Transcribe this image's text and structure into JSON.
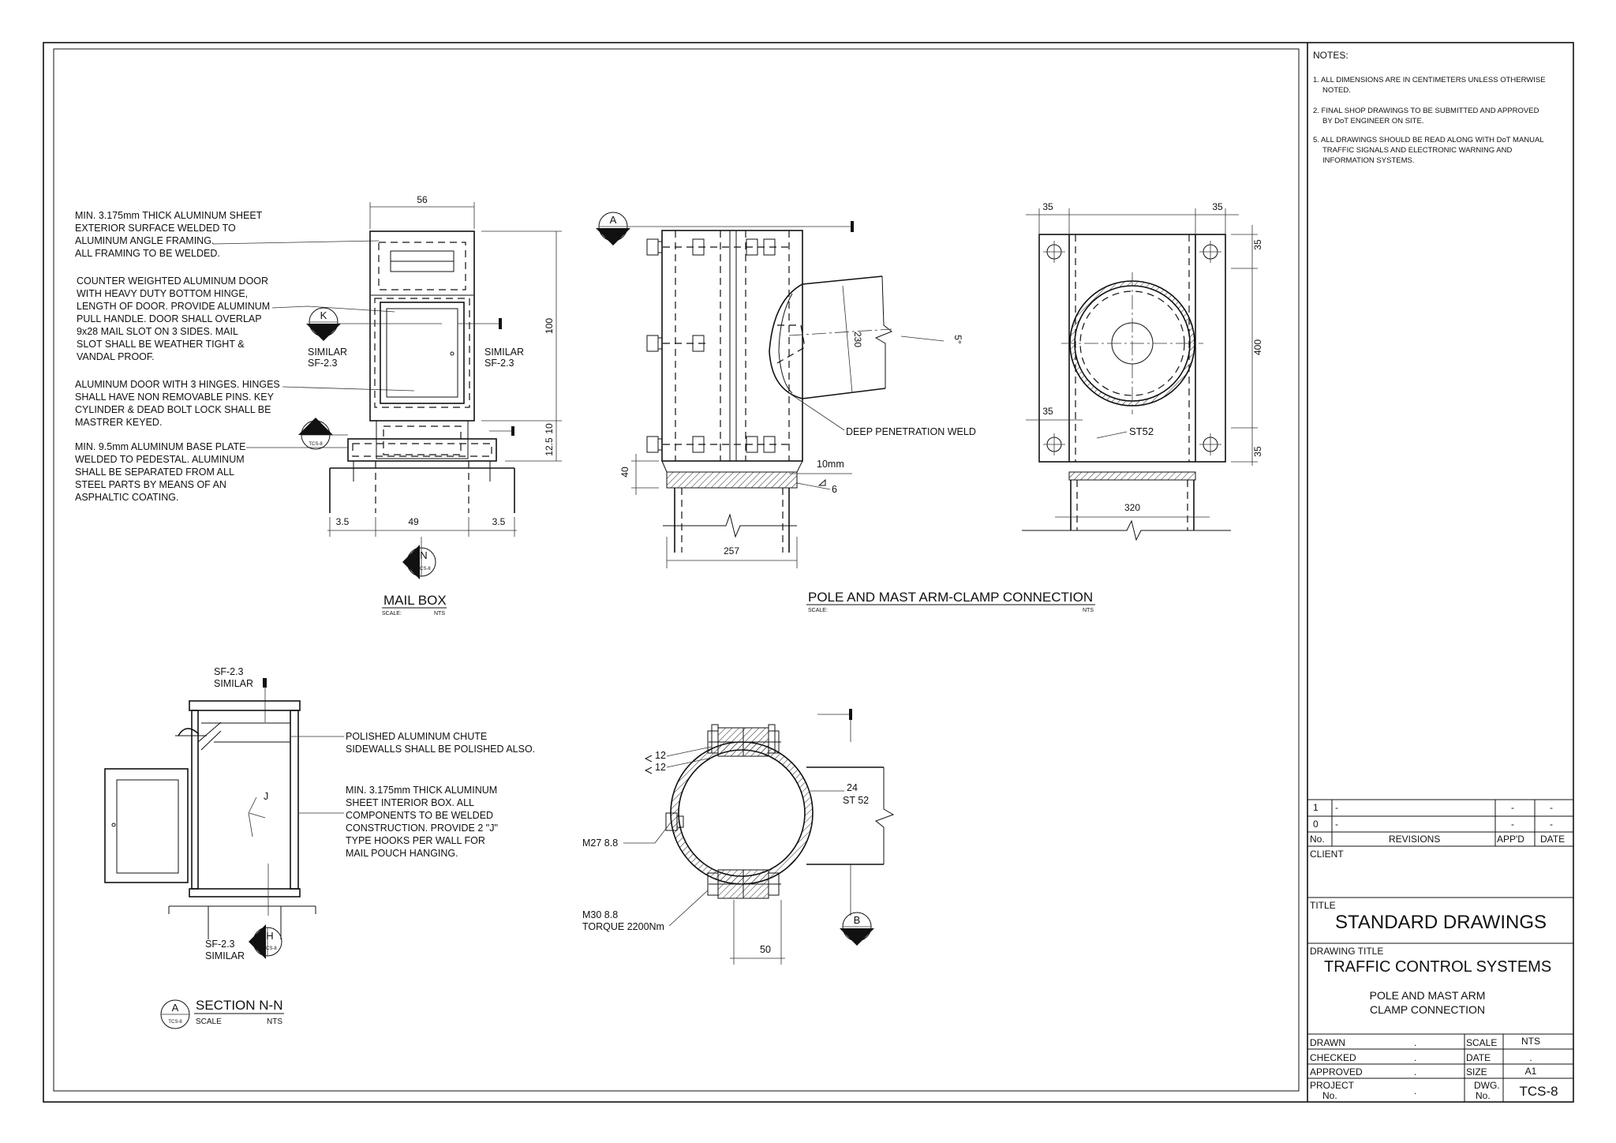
{
  "notes": {
    "heading": "NOTES:",
    "items": [
      {
        "line1": "1. ALL DIMENSIONS ARE IN CENTIMETERS UNLESS OTHERWISE",
        "line2": "NOTED.",
        "line3": ""
      },
      {
        "line1": "2. FINAL SHOP DRAWINGS TO BE SUBMITTED AND APPROVED",
        "line2": "BY DoT ENGINEER ON SITE.",
        "line3": ""
      },
      {
        "line1": "5. ALL DRAWINGS SHOULD BE READ ALONG WITH DoT MANUAL",
        "line2": "TRAFFIC SIGNALS AND ELECTRONIC WARNING AND",
        "line3": "INFORMATION SYSTEMS."
      }
    ]
  },
  "mailbox": {
    "notes": [
      [
        "MIN. 3.175mm THICK ALUMINUM SHEET",
        "EXTERIOR SURFACE WELDED TO",
        "ALUMINUM ANGLE FRAMING.",
        "ALL FRAMING TO BE WELDED."
      ],
      [
        "COUNTER WEIGHTED ALUMINUM DOOR",
        "WITH HEAVY DUTY BOTTOM HINGE,",
        "LENGTH OF DOOR. PROVIDE ALUMINUM",
        "PULL HANDLE. DOOR SHALL OVERLAP",
        "9x28 MAIL SLOT ON 3 SIDES. MAIL",
        "SLOT SHALL BE WEATHER TIGHT &",
        "VANDAL PROOF."
      ],
      [
        "ALUMINUM DOOR WITH 3 HINGES. HINGES",
        "SHALL HAVE NON REMOVABLE PINS. KEY",
        "CYLINDER & DEAD BOLT LOCK SHALL BE",
        "MASTRER KEYED."
      ],
      [
        "MIN. 9.5mm ALUMINUM BASE PLATE",
        "WELDED TO PEDESTAL. ALUMINUM",
        "SHALL BE SEPARATED FROM ALL",
        "STEEL PARTS BY MEANS OF AN",
        "ASPHALTIC COATING."
      ]
    ],
    "dims": {
      "top": "56",
      "height": "100",
      "base": "10",
      "plinth": "12.5",
      "left": "3.5",
      "mid": "49",
      "right": "3.5"
    },
    "similar": {
      "l1": "SIMILAR",
      "l2": "SF-2.3"
    },
    "tags": {
      "k": "K",
      "n": "N",
      "ref": "TCS-8"
    },
    "title": "MAIL BOX",
    "scale_label": "SCALE:",
    "scale_value": "NTS"
  },
  "clamp": {
    "tag": "A",
    "ref": "TCS-8",
    "dims": {
      "d230": "230",
      "angle": "5°",
      "d40": "40",
      "d257": "257",
      "d10mm": "10mm",
      "weld6": "6"
    },
    "weld_label": "DEEP PENETRATION WELD",
    "title": "POLE AND MAST ARM-CLAMP CONNECTION",
    "scale_label": "SCALE:",
    "scale_value": "NTS"
  },
  "plate": {
    "dims": {
      "t1": "35",
      "t2": "35",
      "r1": "35",
      "r400": "400",
      "r2": "35",
      "l35": "35",
      "w320": "320"
    },
    "label": "ST52"
  },
  "section": {
    "top_ref": "SF-2.3",
    "top_sim": "SIMILAR",
    "note1": [
      "POLISHED ALUMINUM CHUTE",
      "SIDEWALLS SHALL BE POLISHED ALSO."
    ],
    "note2": [
      "MIN. 3.175mm THICK ALUMINUM",
      "SHEET INTERIOR BOX. ALL",
      "COMPONENTS TO BE WELDED",
      "CONSTRUCTION. PROVIDE 2 \"J\"",
      "TYPE HOOKS PER WALL FOR",
      "MAIL POUCH HANGING."
    ],
    "j": "J",
    "bot_ref": "SF-2.3",
    "bot_sim": "SIMILAR",
    "h_tag": "H",
    "ref": "TCS-8",
    "title_tag": "A",
    "title": "SECTION N-N",
    "scale_label": "SCALE",
    "scale_value": "NTS"
  },
  "ring": {
    "w1": "12",
    "w2": "12",
    "d24": "24",
    "st": "ST 52",
    "bolt1": "M27 8.8",
    "bolt2a": "M30 8.8",
    "bolt2b": "TORQUE 2200Nm",
    "d50": "50",
    "b_tag": "B",
    "ref": "TCS-8"
  },
  "titleblock": {
    "revisions": [
      {
        "no": "1",
        "desc": "-",
        "appd": "-",
        "date": "-"
      },
      {
        "no": "0",
        "desc": "-",
        "appd": "-",
        "date": "-"
      }
    ],
    "rev_header": {
      "no": "No.",
      "desc": "REVISIONS",
      "appd": "APP'D",
      "date": "DATE"
    },
    "client_label": "CLIENT",
    "title_label": "TITLE",
    "title": "STANDARD DRAWINGS",
    "drawing_title_label": "DRAWING TITLE",
    "drawing_title": "TRAFFIC CONTROL SYSTEMS",
    "sub1": "POLE AND MAST ARM",
    "sub2": "CLAMP CONNECTION",
    "rows": {
      "drawn": "DRAWN",
      "drawn_v": ".",
      "scale": "SCALE",
      "scale_v": "NTS",
      "checked": "CHECKED",
      "checked_v": ".",
      "date": "DATE",
      "date_v": ".",
      "approved": "APPROVED",
      "approved_v": ".",
      "size": "SIZE",
      "size_v": "A1",
      "project1": "PROJECT",
      "project2": "No.",
      "project_v": ".",
      "dwg1": "DWG.",
      "dwg2": "No.",
      "dwg_v": "TCS-8"
    }
  }
}
